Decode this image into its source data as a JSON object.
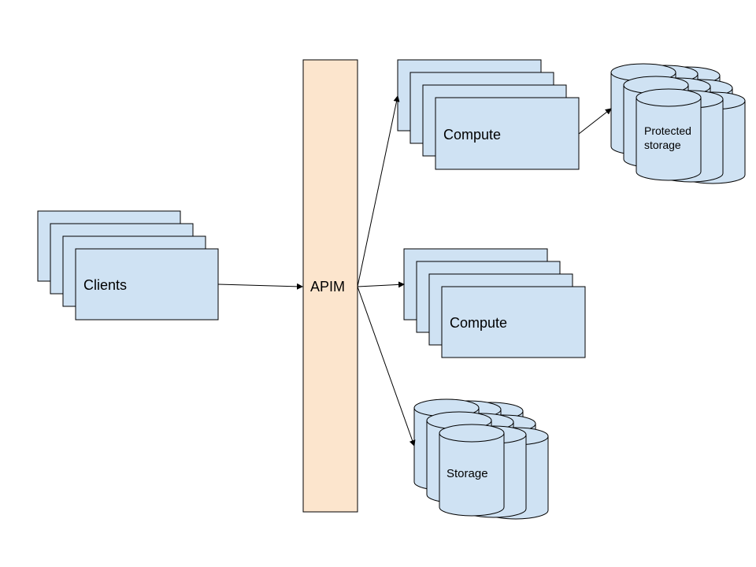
{
  "colors": {
    "box_fill": "#cfe2f3",
    "apim_fill": "#fce5cd",
    "stroke": "#000000",
    "background": "#ffffff"
  },
  "nodes": {
    "clients": {
      "label": "Clients",
      "shape": "stacked-rectangles",
      "count": 4
    },
    "apim": {
      "label": "APIM",
      "shape": "rectangle"
    },
    "compute_top": {
      "label": "Compute",
      "shape": "stacked-rectangles",
      "count": 4
    },
    "compute_middle": {
      "label": "Compute",
      "shape": "stacked-rectangles",
      "count": 4
    },
    "protected_storage": {
      "label_lines": [
        "Protected",
        "storage"
      ],
      "shape": "stacked-cylinders",
      "count": 9
    },
    "storage": {
      "label": "Storage",
      "shape": "stacked-cylinders",
      "count": 9
    }
  },
  "edges": [
    {
      "from": "clients",
      "to": "apim"
    },
    {
      "from": "apim",
      "to": "compute_top"
    },
    {
      "from": "apim",
      "to": "compute_middle"
    },
    {
      "from": "apim",
      "to": "storage"
    },
    {
      "from": "compute_top",
      "to": "protected_storage"
    }
  ]
}
